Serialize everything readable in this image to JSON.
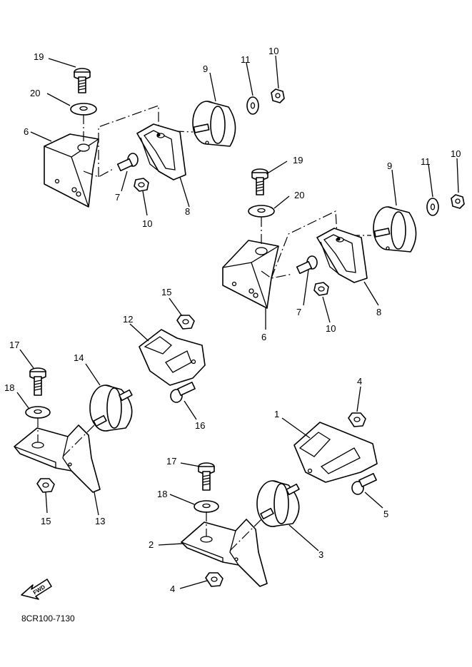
{
  "diagram": {
    "reference_code": "8CR100-7130",
    "direction_label": "FWD"
  },
  "callouts": [
    {
      "id": "c19a",
      "text": "19"
    },
    {
      "id": "c20a",
      "text": "20"
    },
    {
      "id": "c6a",
      "text": "6"
    },
    {
      "id": "c7a",
      "text": "7"
    },
    {
      "id": "c10a",
      "text": "10"
    },
    {
      "id": "c8a",
      "text": "8"
    },
    {
      "id": "c9a",
      "text": "9"
    },
    {
      "id": "c11a",
      "text": "11"
    },
    {
      "id": "c10b",
      "text": "10"
    },
    {
      "id": "c19b",
      "text": "19"
    },
    {
      "id": "c20b",
      "text": "20"
    },
    {
      "id": "c9b",
      "text": "9"
    },
    {
      "id": "c11b",
      "text": "11"
    },
    {
      "id": "c10c",
      "text": "10"
    },
    {
      "id": "c7b",
      "text": "7"
    },
    {
      "id": "c10d",
      "text": "10"
    },
    {
      "id": "c8b",
      "text": "8"
    },
    {
      "id": "c6b",
      "text": "6"
    },
    {
      "id": "c15a",
      "text": "15"
    },
    {
      "id": "c12",
      "text": "12"
    },
    {
      "id": "c17a",
      "text": "17"
    },
    {
      "id": "c14",
      "text": "14"
    },
    {
      "id": "c18a",
      "text": "18"
    },
    {
      "id": "c16",
      "text": "16"
    },
    {
      "id": "c15b",
      "text": "15"
    },
    {
      "id": "c13",
      "text": "13"
    },
    {
      "id": "c4a",
      "text": "4"
    },
    {
      "id": "c1",
      "text": "1"
    },
    {
      "id": "c17b",
      "text": "17"
    },
    {
      "id": "c5",
      "text": "5"
    },
    {
      "id": "c18b",
      "text": "18"
    },
    {
      "id": "c2",
      "text": "2"
    },
    {
      "id": "c3",
      "text": "3"
    },
    {
      "id": "c4b",
      "text": "4"
    }
  ]
}
